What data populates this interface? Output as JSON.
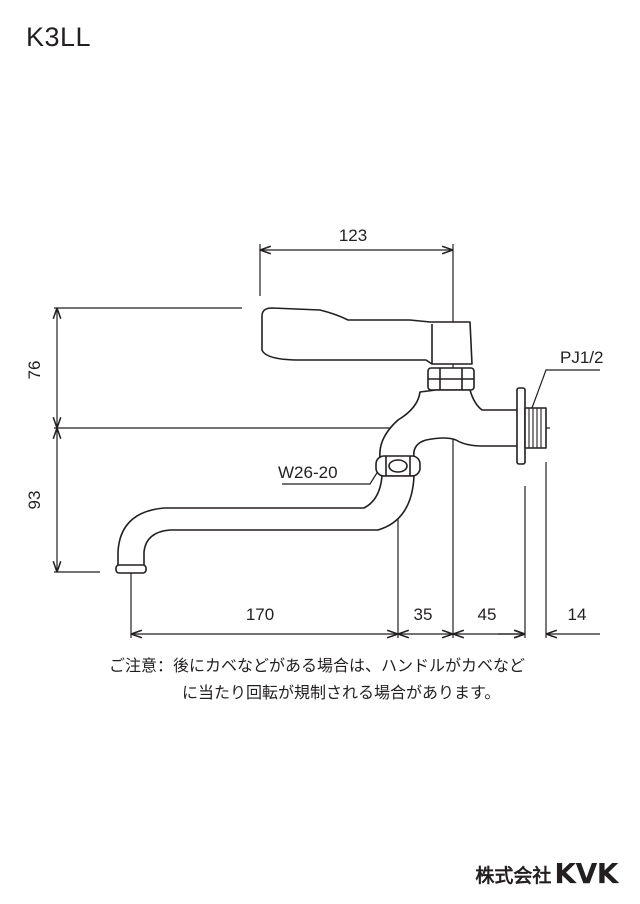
{
  "model": "K3LL",
  "dimensions": {
    "width_handle": "123",
    "height_upper": "76",
    "height_lower": "93",
    "spout_reach": "170",
    "d_35": "35",
    "d_45": "45",
    "d_14": "14"
  },
  "labels": {
    "thread": "PJ1/2",
    "nut": "W26-20"
  },
  "note": {
    "line1": "ご注意：後にカベなどがある場合は、ハンドルがカベなど",
    "line2": "に当たり回転が規制される場合があります。"
  },
  "logo": {
    "company": "株式会社",
    "brand": "KVK"
  }
}
